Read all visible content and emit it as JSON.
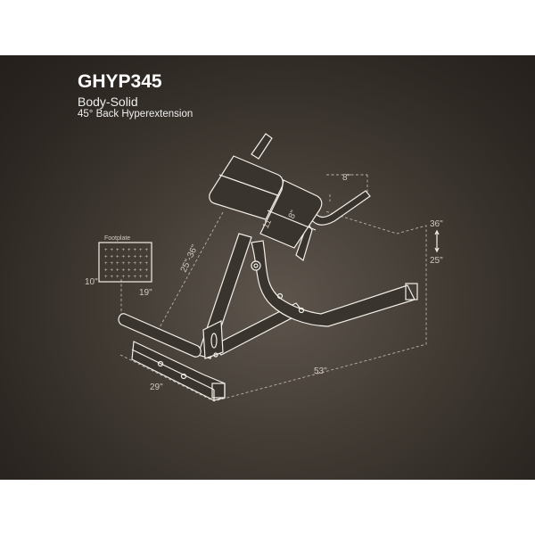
{
  "product": {
    "model": "GHYP345",
    "brand": "Body-Solid",
    "description": "45° Back Hyperextension"
  },
  "dimensions": {
    "footplate_label": "Footplate",
    "footplate_height": "10\"",
    "footplate_width": "19\"",
    "pad_width": "8\"",
    "pad_depth": "8\"",
    "pad_length": "11\"",
    "pad_distance_range": "25\"-36\"",
    "height_max": "36\"",
    "height_min": "25\"",
    "width": "29\"",
    "length": "53\""
  }
}
